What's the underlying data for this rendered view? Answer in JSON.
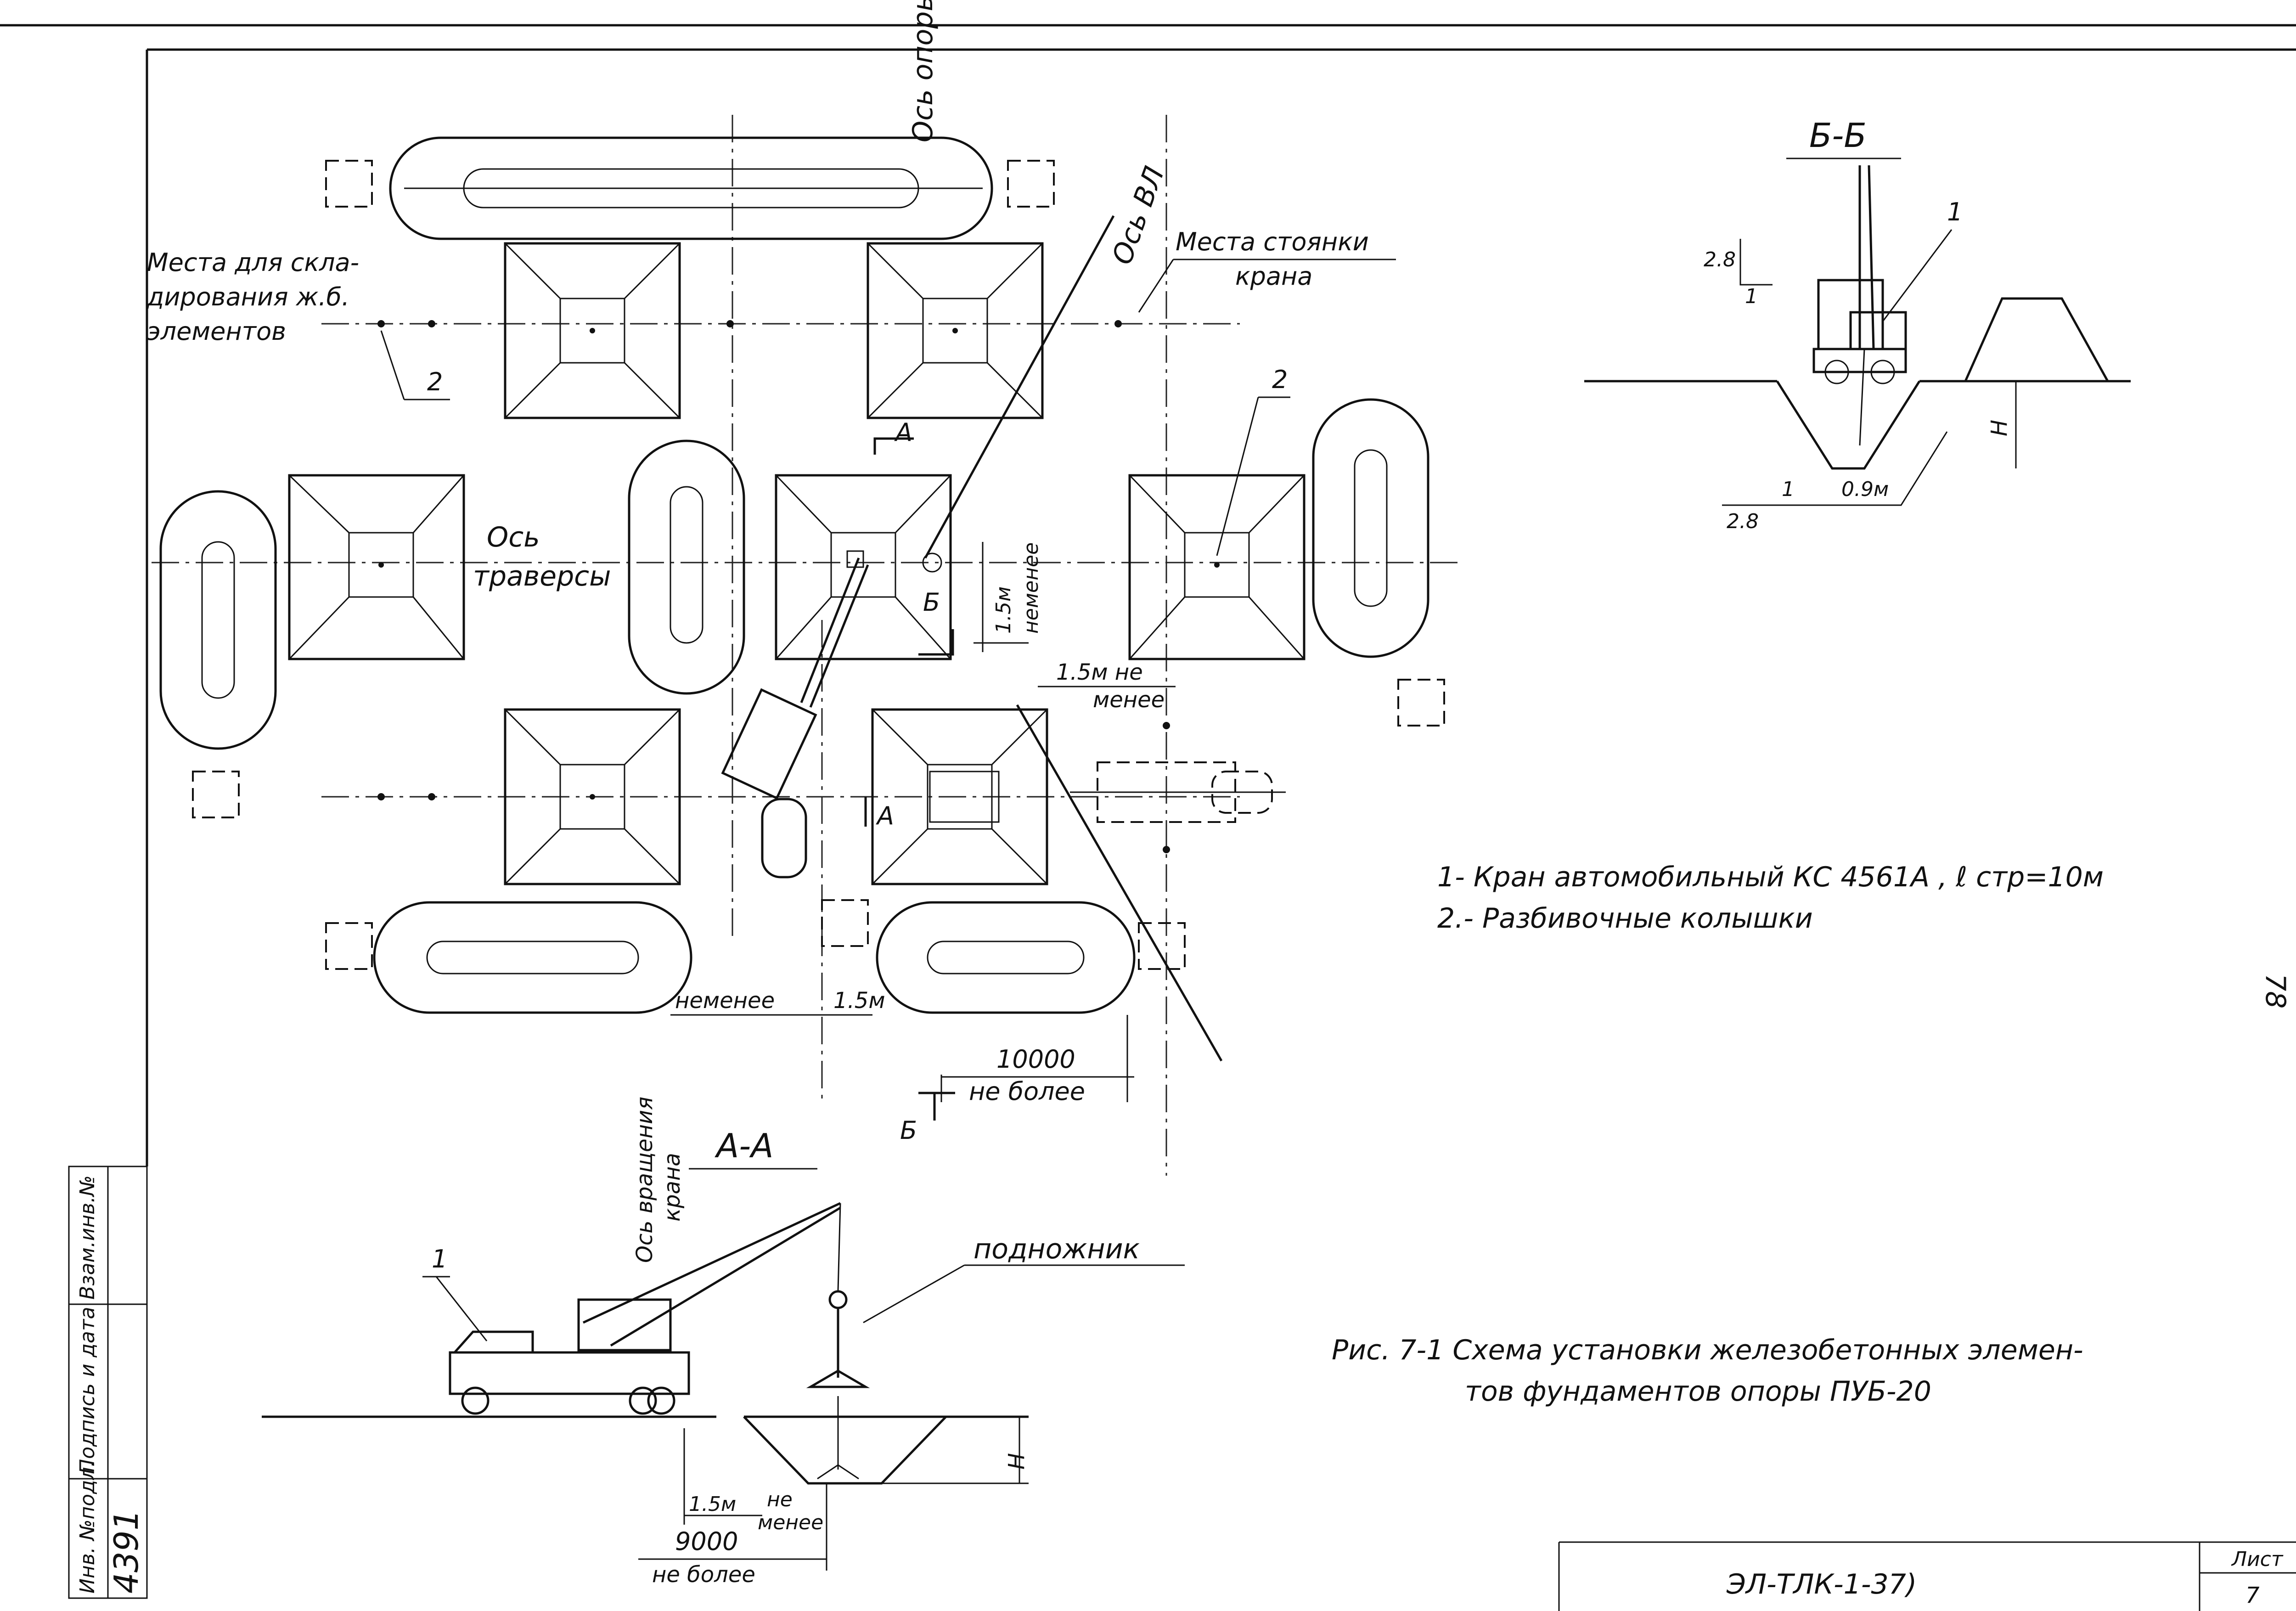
{
  "labels": {
    "os_opory": "Ось опоры",
    "os_vl": "Ось ВЛ",
    "mesta_sklad": "Места для скла-\nдирования ж.б.\nэлементов",
    "mesta_stoyanki": "Места стоянки\nкрана",
    "os_traversy": "Ось\nтраверсы",
    "callout_2a": "2",
    "callout_2b": "2",
    "callout_1": "1",
    "sec_a": "А",
    "sec_b": "Б",
    "dim_15m_ne_menee": "1.5м\nнеменее",
    "dim_15m_ne": "1.5м не",
    "menee": "менее",
    "ne_menee_15m": "неменее",
    "dim_15m": "1.5м",
    "dim_10000": "10000",
    "ne_bolee": "не более"
  },
  "section_bb": {
    "title": "Б-Б",
    "slope_top": "2.8",
    "slope_top_den": "1",
    "slope_bottom": "2.8",
    "slope_bottom_den": "1",
    "depth": "H",
    "dim_09": "0.9м",
    "callout": "1"
  },
  "section_aa": {
    "title": "А-А",
    "axis_label": "Ось вращения\nкрана",
    "podnozhnik": "подножник",
    "callout": "1",
    "depth": "H",
    "dim_15m": "1.5м",
    "ne_menee": "не\nменее",
    "dim_9000": "9000",
    "ne_bolee": "не более"
  },
  "legend": {
    "item1": "1- Кран автомобильный  КС 4561А , ℓ стр=10м",
    "item2": "2.- Разбивочные  колышки"
  },
  "caption": {
    "line1": "Рис. 7-1  Схема установки железобетонных элемен-",
    "line2": "тов фундаментов опоры  ПУБ-20"
  },
  "page_number": "78",
  "stamp": {
    "inv_label": "Инв. №подл.",
    "inv_number": "4391",
    "sign_label": "Подпись и дата",
    "vzam_label": "Взам.инв.№"
  },
  "title_block": {
    "doc_code": "ЭЛ-ТЛК-1-37)",
    "list_label": "Лист",
    "list_number": "7"
  }
}
